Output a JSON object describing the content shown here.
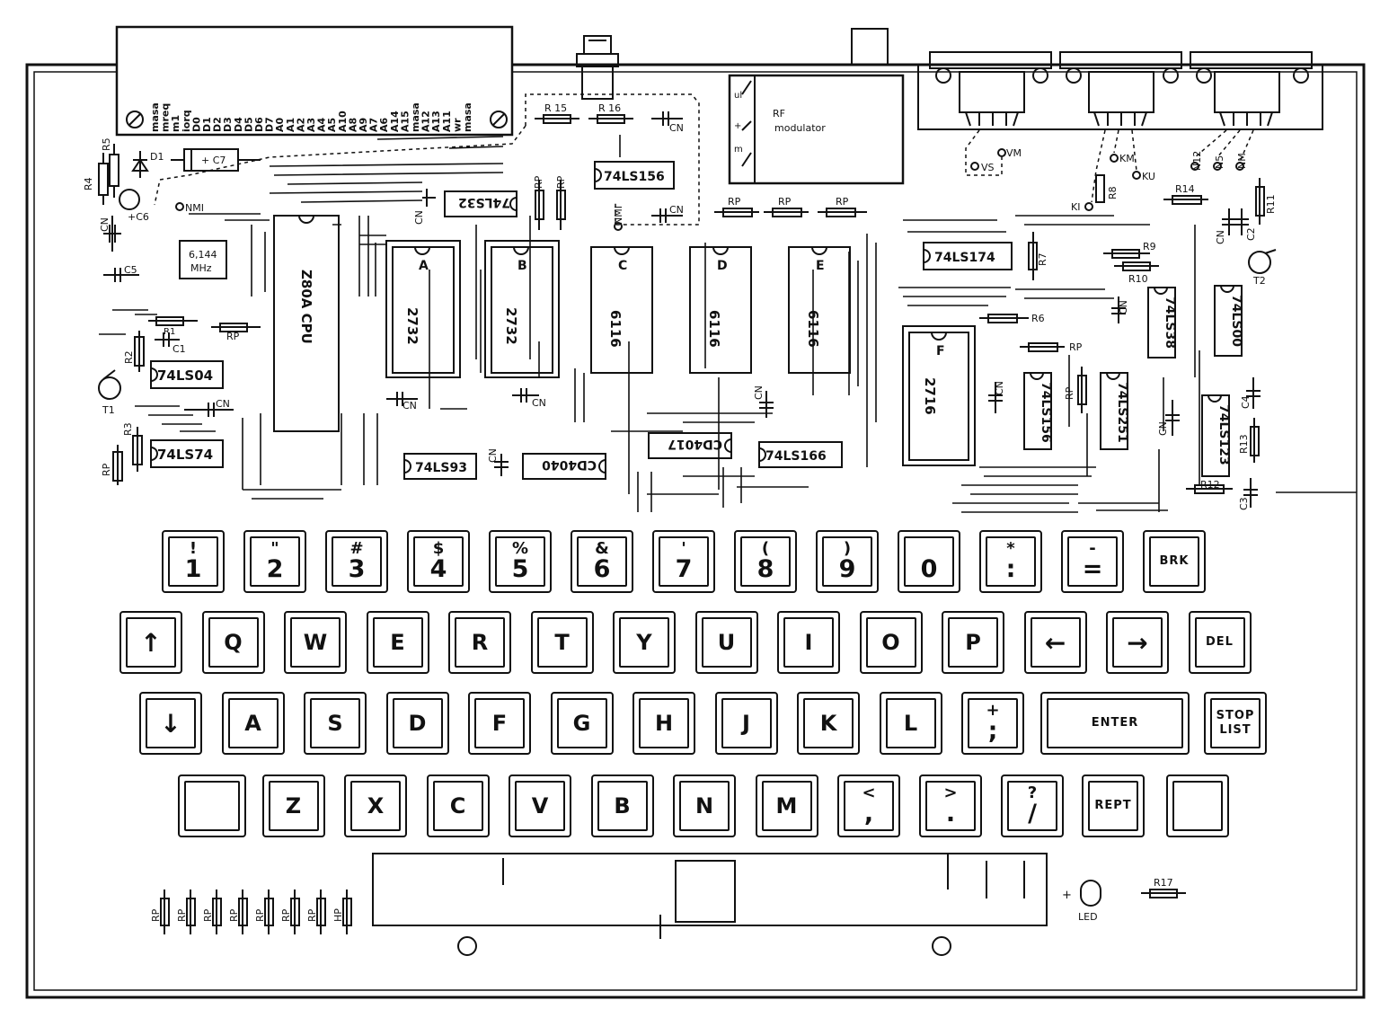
{
  "edge_connector": {
    "pins": [
      "masa",
      "mreq",
      "m1",
      "iorq",
      "D0",
      "D1",
      "D2",
      "D3",
      "D4",
      "D5",
      "D6",
      "D7",
      "A0",
      "A1",
      "A2",
      "A3",
      "A4",
      "A5",
      "A10",
      "A8",
      "A9",
      "A7",
      "A6",
      "A14",
      "A15",
      "masa",
      "A12",
      "A13",
      "A11",
      "wr",
      "masa"
    ]
  },
  "chips": {
    "z80": "Z80A CPU",
    "rom_a_letter": "A",
    "rom_a": "2732",
    "rom_b_letter": "B",
    "rom_b": "2732",
    "ram_c_letter": "C",
    "ram_c": "6116",
    "ram_d_letter": "D",
    "ram_d": "6116",
    "ram_e_letter": "E",
    "ram_e": "6116",
    "rom_f_letter": "F",
    "rom_f": "2716",
    "ls04": "74LS04",
    "ls74": "74LS74",
    "ls32": "74LS32",
    "ls156a": "74LS156",
    "ls93": "74LS93",
    "cd4040": "CD4040",
    "cd4017": "CD4017",
    "ls166": "74LS166",
    "ls174": "74LS174",
    "ls38": "74LS38",
    "ls00": "74LS00",
    "ls156b": "74LS156",
    "ls251": "74LS251",
    "ls123": "74LS123"
  },
  "crystal": {
    "line1": "6,144",
    "line2": "MHz"
  },
  "rf": {
    "line1": "RF",
    "line2": "modulator",
    "ul": "ul",
    "plus": "+",
    "m": "m"
  },
  "components": {
    "R15": "R 15",
    "R16": "R 16",
    "R4": "R4",
    "R5": "R5",
    "R1": "R1",
    "R2": "R2",
    "R3": "R3",
    "R6": "R6",
    "R7": "R7",
    "R8": "R8",
    "R9": "R9",
    "R10": "R10",
    "R11": "R11",
    "R12": "R12",
    "R13": "R13",
    "R14": "R14",
    "R17": "R17",
    "C1": "C1",
    "C2": "C2",
    "C3": "C3",
    "C4": "C4",
    "C5": "C5",
    "C6": "+C6",
    "C7": "+ C7",
    "D1": "D1",
    "T1": "T1",
    "T2": "T2",
    "RP": "RP",
    "CN": "CN",
    "HP": "HP",
    "NMI": "NMI",
    "VS": "VS",
    "VM": "VM",
    "KM": "KM",
    "KU": "KU",
    "KI": "KI",
    "N12": "N12",
    "N5": "N5",
    "NM": "NM",
    "LED": "LED",
    "LEDplus": "+"
  },
  "keyboard": {
    "row1": [
      {
        "shift": "!",
        "main": "1"
      },
      {
        "shift": "\"",
        "main": "2"
      },
      {
        "shift": "#",
        "main": "3"
      },
      {
        "shift": "$",
        "main": "4"
      },
      {
        "shift": "%",
        "main": "5"
      },
      {
        "shift": "&",
        "main": "6"
      },
      {
        "shift": "'",
        "main": "7"
      },
      {
        "shift": "(",
        "main": "8"
      },
      {
        "shift": ")",
        "main": "9"
      },
      {
        "shift": "",
        "main": "0"
      },
      {
        "shift": "*",
        "main": ":"
      },
      {
        "shift": "-",
        "main": "="
      },
      {
        "shift": "",
        "main": "BRK"
      }
    ],
    "row2": [
      "↑",
      "Q",
      "W",
      "E",
      "R",
      "T",
      "Y",
      "U",
      "I",
      "O",
      "P",
      "←",
      "→",
      "DEL"
    ],
    "row3_left": [
      "↓",
      "A",
      "S",
      "D",
      "F",
      "G",
      "H",
      "J",
      "K",
      "L"
    ],
    "row3_plus": {
      "shift": "+",
      "main": ";"
    },
    "row3_enter": "ENTER",
    "row3_stop": {
      "line1": "STOP",
      "line2": "LIST"
    },
    "row4": [
      "",
      "Z",
      "X",
      "C",
      "V",
      "B",
      "N",
      "M"
    ],
    "row4_punct": [
      {
        "shift": "<",
        "main": ","
      },
      {
        "shift": ">",
        "main": "."
      },
      {
        "shift": "?",
        "main": "/"
      }
    ],
    "row4_rept": "REPT",
    "row4_blank": ""
  }
}
